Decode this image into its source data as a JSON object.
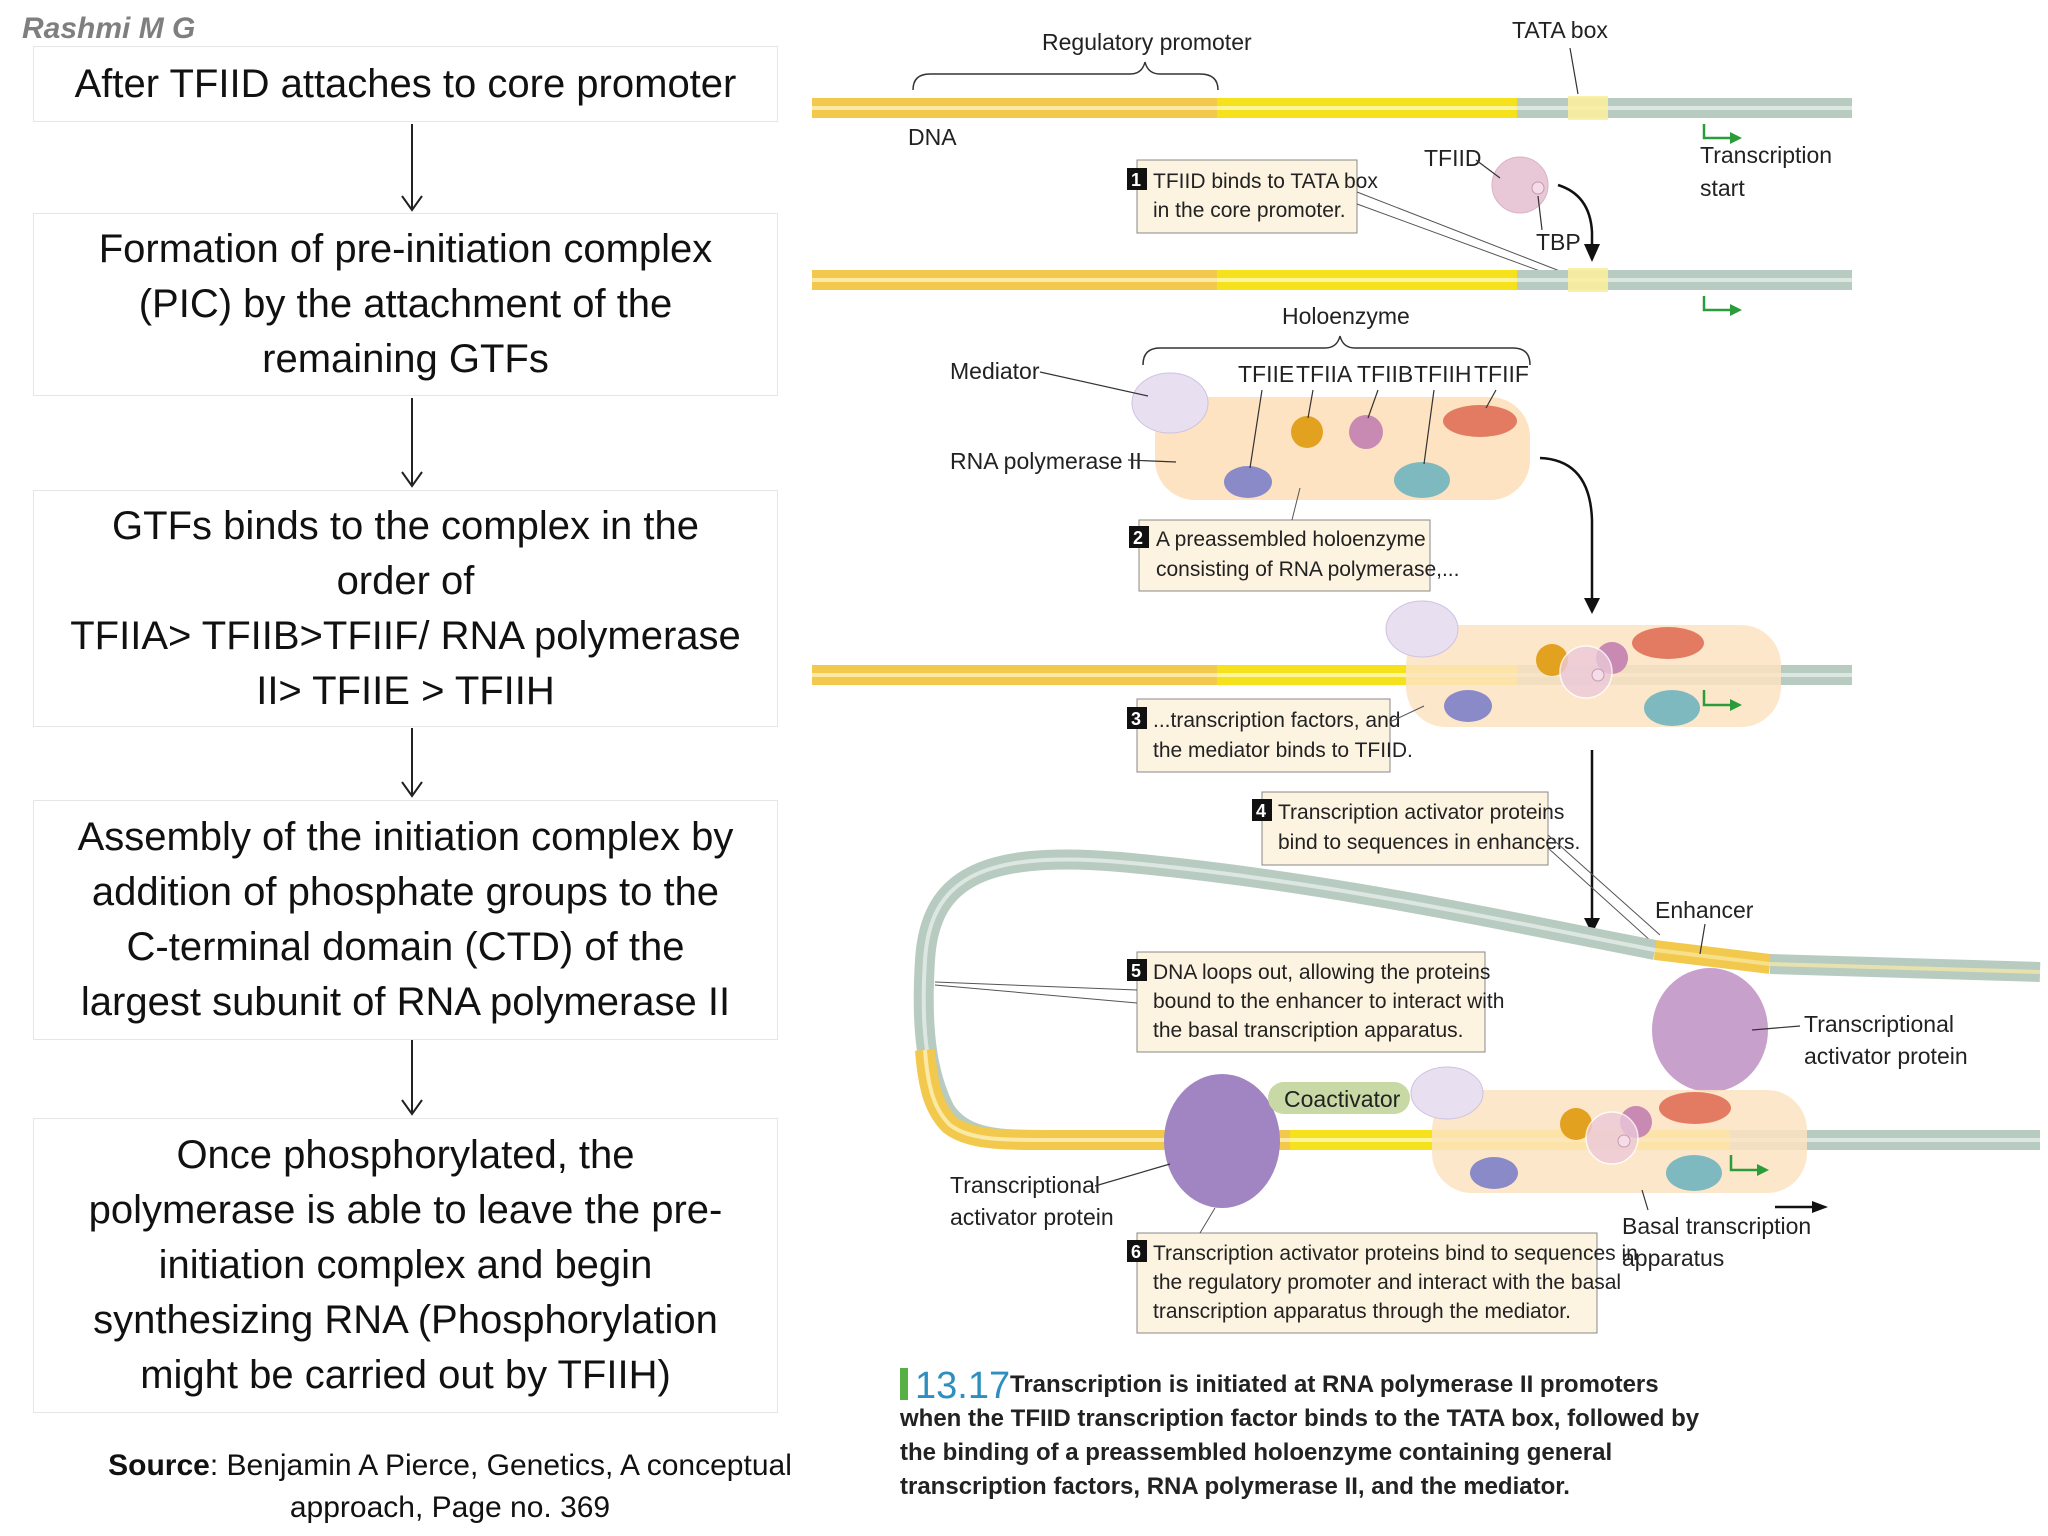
{
  "author": "Rashmi M G",
  "flow": {
    "steps": [
      [
        "After TFIID attaches to core promoter"
      ],
      [
        "Formation of pre-initiation complex",
        "(PIC) by the attachment of the",
        "remaining GTFs"
      ],
      [
        "GTFs binds to the complex in the",
        "order of",
        "TFIIA> TFIIB>TFIIF/ RNA polymerase",
        "II> TFIIE > TFIIH"
      ],
      [
        "Assembly of the initiation complex by",
        "addition of phosphate groups to the",
        "C-terminal domain (CTD) of the",
        "largest subunit of RNA polymerase II"
      ],
      [
        "Once phosphorylated, the",
        "polymerase is able to leave the pre-",
        "initiation complex and begin",
        "synthesizing RNA (Phosphorylation",
        "might be carried  out by TFIIH)"
      ]
    ]
  },
  "source": {
    "label": "Source",
    "text": ": Benjamin A Pierce, Genetics, A conceptual approach, Page no. 369"
  },
  "figure": {
    "labels": {
      "regulatory_promoter": "Regulatory promoter",
      "tata_box": "TATA box",
      "dna": "DNA",
      "tfiid": "TFIID",
      "tbp": "TBP",
      "transcription_start_1": "Transcription",
      "transcription_start_2": "start",
      "holoenzyme": "Holoenzyme",
      "mediator": "Mediator",
      "rna_pol": "RNA polymerase II",
      "tfiie": "TFIIE",
      "tfiia": "TFIIA",
      "tfiib": "TFIIB",
      "tfiih": "TFIIH",
      "tfiif": "TFIIF",
      "enhancer": "Enhancer",
      "tap_right_1": "Transcriptional",
      "tap_right_2": "activator protein",
      "coactivator": "Coactivator",
      "tap_left_1": "Transcriptional",
      "tap_left_2": "activator protein",
      "basal_1": "Basal transcription",
      "basal_2": "apparatus"
    },
    "callouts": [
      {
        "num": "1",
        "lines": [
          "TFIID binds to TATA box",
          "in the core promoter."
        ]
      },
      {
        "num": "2",
        "lines": [
          "A preassembled holoenzyme",
          "consisting of RNA polymerase,..."
        ]
      },
      {
        "num": "3",
        "lines": [
          "...transcription factors, and",
          "the mediator binds to TFIID."
        ]
      },
      {
        "num": "4",
        "lines": [
          "Transcription activator proteins",
          "bind to sequences in enhancers."
        ]
      },
      {
        "num": "5",
        "lines": [
          "DNA loops out, allowing the proteins",
          "bound to the enhancer to interact with",
          "the basal transcription apparatus."
        ]
      },
      {
        "num": "6",
        "lines": [
          "Transcription activator proteins bind to sequences in",
          "the regulatory promoter and interact with the basal",
          "transcription apparatus through the mediator."
        ]
      }
    ],
    "caption_number": "13.17",
    "caption_text": "Transcription is initiated at RNA polymerase II promoters when the TFIID transcription factor binds to the TATA box, followed by the binding of a preassembled holoenzyme containing general transcription factors, RNA polymerase II, and the mediator."
  }
}
